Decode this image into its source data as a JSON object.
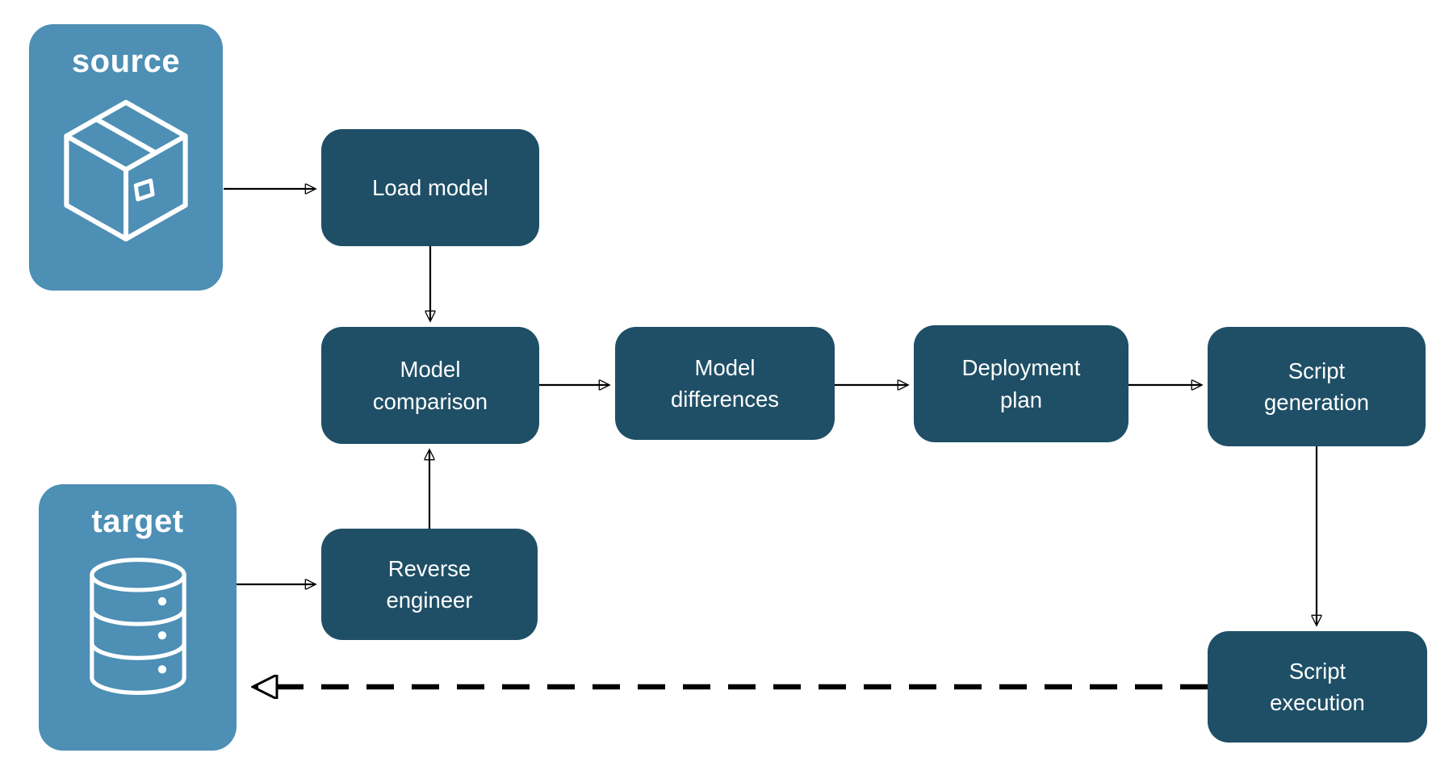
{
  "diagram": {
    "type": "flowchart",
    "source": {
      "label": "source",
      "icon": "package-icon"
    },
    "target": {
      "label": "target",
      "icon": "database-icon"
    },
    "nodes": {
      "load_model": "Load model",
      "model_comparison": "Model\ncomparison",
      "model_differences": "Model\ndifferences",
      "deployment_plan": "Deployment\nplan",
      "script_generation": "Script\ngeneration",
      "reverse_engineer": "Reverse\nengineer",
      "script_execution": "Script\nexecution"
    },
    "edges": [
      {
        "from": "source",
        "to": "load_model",
        "style": "solid"
      },
      {
        "from": "load_model",
        "to": "model_comparison",
        "style": "solid"
      },
      {
        "from": "model_comparison",
        "to": "model_differences",
        "style": "solid"
      },
      {
        "from": "model_differences",
        "to": "deployment_plan",
        "style": "solid"
      },
      {
        "from": "deployment_plan",
        "to": "script_generation",
        "style": "solid"
      },
      {
        "from": "script_generation",
        "to": "script_execution",
        "style": "solid"
      },
      {
        "from": "target",
        "to": "reverse_engineer",
        "style": "solid"
      },
      {
        "from": "reverse_engineer",
        "to": "model_comparison",
        "style": "solid"
      },
      {
        "from": "script_execution",
        "to": "target",
        "style": "dashed"
      }
    ],
    "colors": {
      "light_node": "#4D8FB5",
      "dark_node": "#1F4F66",
      "node_text": "#FFFFFF",
      "arrow": "#000000",
      "background": "#FFFFFF"
    }
  }
}
